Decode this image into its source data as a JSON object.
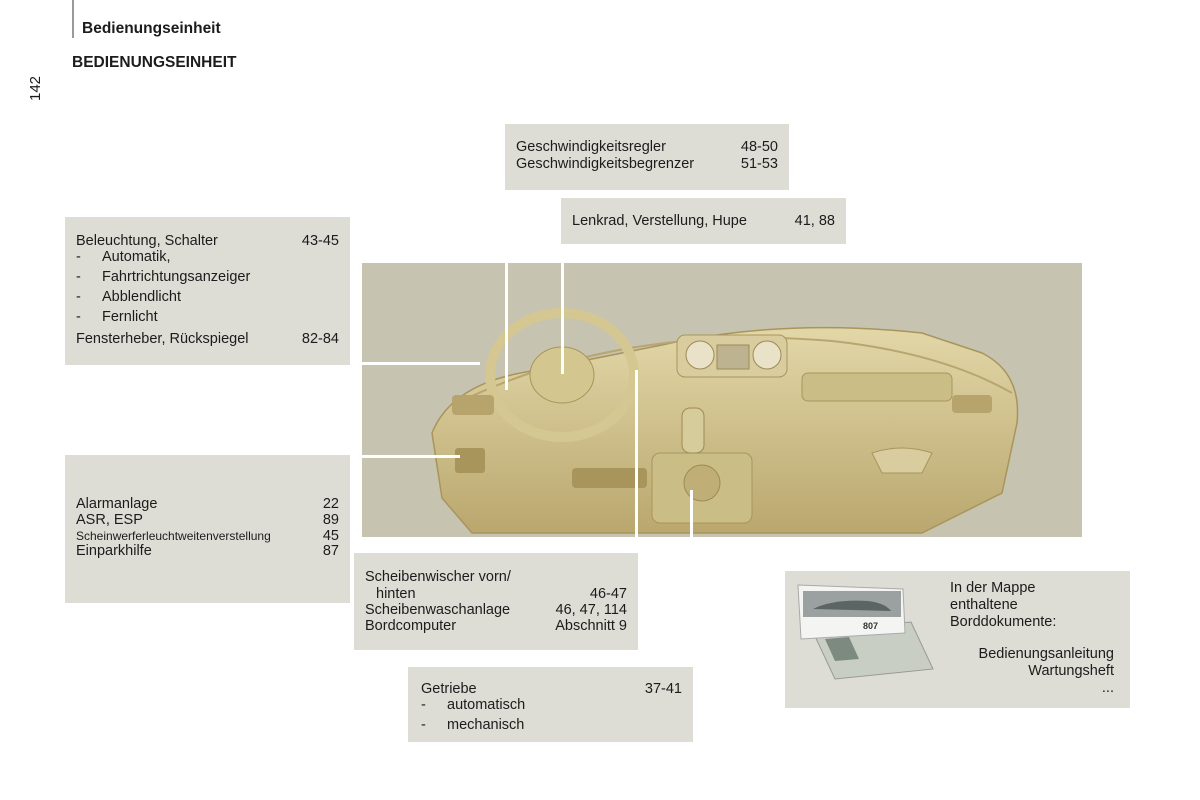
{
  "header": {
    "section_title": "Bedienungseinheit",
    "page_number": "142",
    "heading": "BEDIENUNGSEINHEIT"
  },
  "callouts": {
    "speed": {
      "rows": [
        {
          "label": "Geschwindigkeitsregler",
          "pages": "48-50"
        },
        {
          "label": "Geschwindigkeitsbegrenzer",
          "pages": "51-53"
        }
      ]
    },
    "steering": {
      "label": "Lenkrad, Verstellung, Hupe",
      "pages": "41, 88"
    },
    "lighting": {
      "title": "Beleuchtung, Schalter",
      "title_pages": "43-45",
      "items": [
        "Automatik,",
        "Fahrtrichtungsanzeiger",
        "Abblendlicht",
        "Fernlicht"
      ],
      "footer": "Fensterheber, Rückspiegel",
      "footer_pages": "82-84"
    },
    "alarm": {
      "rows": [
        {
          "label": "Alarmanlage",
          "pages": "22"
        },
        {
          "label": "ASR, ESP",
          "pages": "89"
        },
        {
          "label": "Scheinwerferleuchtweitenverstellung",
          "pages": "45"
        },
        {
          "label": "Einparkhilfe",
          "pages": "87"
        }
      ]
    },
    "wiper": {
      "line1": "Scheibenwischer vorn/",
      "line2": "hinten",
      "line2_pages": "46-47",
      "row2_label": "Scheibenwaschanlage",
      "row2_pages": "46, 47, 114",
      "row3_label": "Bordcomputer",
      "row3_pages": "Abschnitt 9"
    },
    "gearbox": {
      "title": "Getriebe",
      "pages": "37-41",
      "items": [
        "automatisch",
        "mechanisch"
      ]
    },
    "documents": {
      "intro": [
        "In der Mappe",
        "enthaltene",
        "Borddokumente:"
      ],
      "items": [
        "Bedienungsanleitung",
        "Wartungsheft",
        "..."
      ],
      "booklet_label": "807"
    }
  },
  "colors": {
    "box_bg": "#dddcd5",
    "dash_bg": "#c7c3b1",
    "dashboard": "#c9b986"
  }
}
